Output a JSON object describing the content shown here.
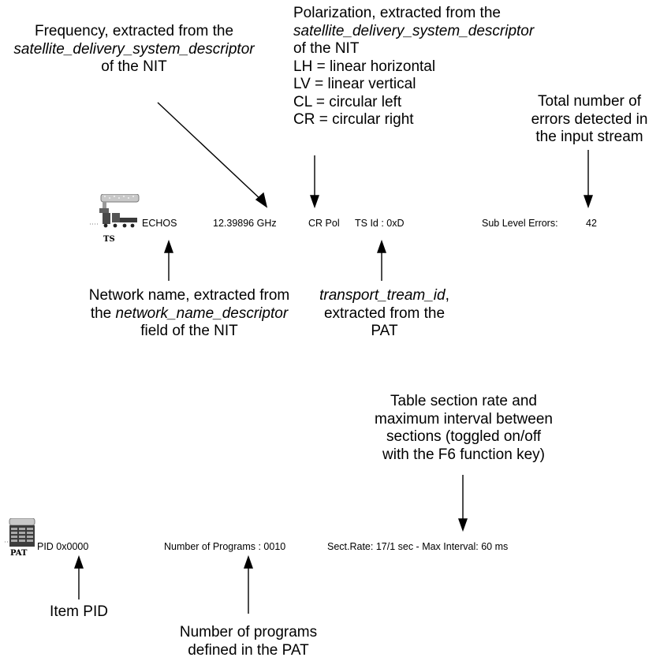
{
  "annotations": {
    "frequency": {
      "pre": "Frequency, extracted from the",
      "italic": "satellite_delivery_system_descriptor",
      "post": "of the NIT"
    },
    "polarization": {
      "line1": "Polarization, extracted from the",
      "italic": "satellite_delivery_system_descriptor",
      "line3": "of the NIT",
      "lh": "LH = linear horizontal",
      "lv": "LV = linear vertical",
      "cl": "CL = circular left",
      "cr": "CR = circular right"
    },
    "errors": {
      "line1": "Total number of",
      "line2": "errors detected in",
      "line3": "the input stream"
    },
    "network": {
      "line1": "Network name, extracted from",
      "pre2": "the",
      "italic": "network_name_descriptor",
      "line3": "field of the NIT"
    },
    "transport": {
      "italic": "transport_tream_id",
      "comma": ",",
      "line2": "extracted from the PAT"
    },
    "sectrate": {
      "line1": "Table section rate and",
      "line2": "maximum interval between",
      "line3": "sections (toggled on/off",
      "line4": "with the F6 function key)"
    },
    "itempid": {
      "line1": "Item PID"
    },
    "programs": {
      "line1": "Number of programs",
      "line2": "defined in the PAT"
    }
  },
  "ts_row": {
    "icon_label": "TS",
    "network_name": "ECHOS",
    "frequency": "12.39896 GHz",
    "polarization": "CR Pol",
    "ts_id": "TS Id : 0xD",
    "errors_label": "Sub Level Errors:",
    "errors_value": "42"
  },
  "pat_row": {
    "icon_label": "PAT",
    "pid": "PID 0x0000",
    "programs": "Number of Programs : 0010",
    "sect_rate": "Sect.Rate: 17/1 sec - Max Interval: 60 ms"
  }
}
